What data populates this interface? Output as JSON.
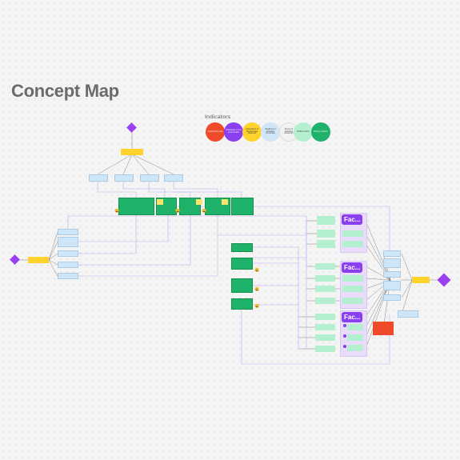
{
  "canvas": {
    "title": "Concept Map"
  },
  "indicators": {
    "heading": "Indicators",
    "items": [
      {
        "label": "Opportunity area",
        "color": "#ef4a2a"
      },
      {
        "label": "Challenges on the environment",
        "color": "#8a3ff0"
      },
      {
        "label": "Implications of the Business Observed",
        "color": "#ffd32b"
      },
      {
        "label": "Questions or problems connection",
        "color": "#cfe6f8"
      },
      {
        "label": "Source of problems connection",
        "color": "#f2f2f2"
      },
      {
        "label": "Positive factor",
        "color": "#b4f0cf"
      },
      {
        "label": "Primary solution",
        "color": "#1fb26b"
      }
    ]
  },
  "facets": [
    {
      "label": "Fac..."
    },
    {
      "label": "Fac..."
    },
    {
      "label": "Fac..."
    }
  ],
  "colors": {
    "diamond": "#9a3ff2",
    "connector": "#b9aef2",
    "connector_dark": "#6b6b6b",
    "node_blue": "#cfe6f8",
    "node_green": "#1fb26b",
    "node_yellow": "#ffd32b",
    "node_mint": "#b4f0cf",
    "node_red": "#ef4a2a",
    "facet_bg": "#e9dcfb"
  }
}
